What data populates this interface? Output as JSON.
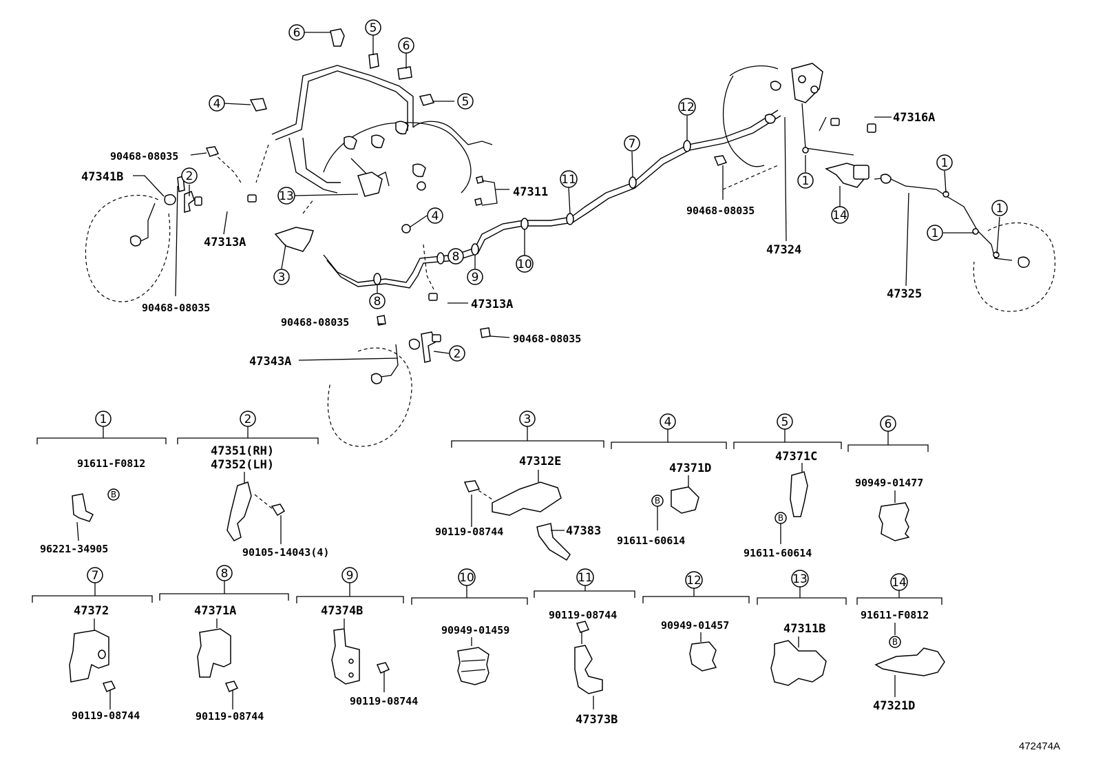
{
  "diagram_ref": "472474A",
  "main_labels": {
    "l47341B": "47341B",
    "l47313A_left": "47313A",
    "l47313A_center": "47313A",
    "l47343A": "47343A",
    "l47311": "47311",
    "l47316A": "47316A",
    "l47324": "47324",
    "l47325": "47325",
    "clip_upper_left": "90468-08035",
    "clip_lower_left": "90468-08035",
    "clip_center_a": "90468-08035",
    "clip_center_b": "90468-08035",
    "clip_right": "90468-08035"
  },
  "callouts": {
    "c6a": "6",
    "c5a": "5",
    "c6b": "6",
    "c5b": "5",
    "c4a": "4",
    "c2a": "2",
    "c13": "13",
    "c3": "3",
    "c4b": "4",
    "c8a": "8",
    "c8b": "8",
    "c9": "9",
    "c10": "10",
    "c11": "11",
    "c7": "7",
    "c12": "12",
    "c1a": "1",
    "c14": "14",
    "c1b": "1",
    "c1c": "1",
    "c1d": "1",
    "c2b": "2"
  },
  "detail_groups": [
    {
      "num": "1",
      "parts": [
        "91611-F0812",
        "96221-34905"
      ]
    },
    {
      "num": "2",
      "parts": [
        "47351(RH)",
        "47352(LH)",
        "90105-14043(4)"
      ]
    },
    {
      "num": "3",
      "parts": [
        "47312E",
        "90119-08744",
        "47383"
      ]
    },
    {
      "num": "4",
      "parts": [
        "47371D",
        "91611-60614"
      ]
    },
    {
      "num": "5",
      "parts": [
        "47371C",
        "91611-60614"
      ]
    },
    {
      "num": "6",
      "parts": [
        "90949-01477"
      ]
    },
    {
      "num": "7",
      "parts": [
        "47372",
        "90119-08744"
      ]
    },
    {
      "num": "8",
      "parts": [
        "47371A",
        "90119-08744"
      ]
    },
    {
      "num": "9",
      "parts": [
        "47374B",
        "90119-08744"
      ]
    },
    {
      "num": "10",
      "parts": [
        "90949-01459"
      ]
    },
    {
      "num": "11",
      "parts": [
        "90119-08744",
        "47373B"
      ]
    },
    {
      "num": "12",
      "parts": [
        "90949-01457"
      ]
    },
    {
      "num": "13",
      "parts": [
        "47311B"
      ]
    },
    {
      "num": "14",
      "parts": [
        "91611-F0812",
        "47321D"
      ]
    }
  ],
  "bolt_marker": "B"
}
